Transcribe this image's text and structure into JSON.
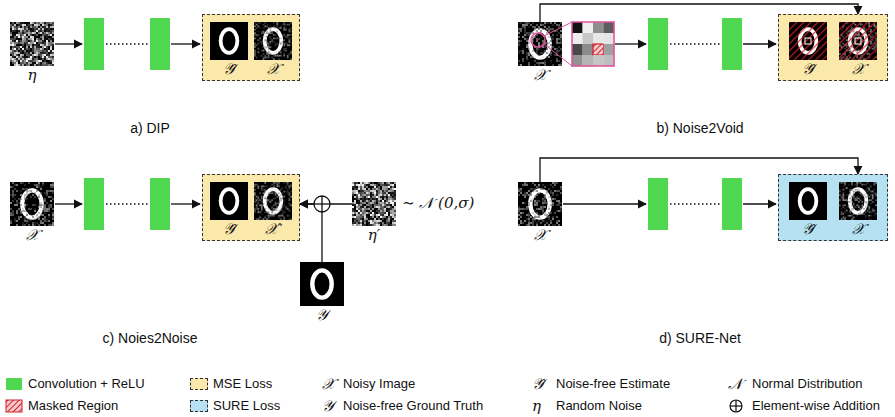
{
  "diagram": {
    "nodes": [
      {
        "text": [
          "η"
        ]
      },
      {
        "text": [
          "𝒴̂",
          "𝒳"
        ]
      },
      {
        "text": [
          "𝒳"
        ]
      },
      {
        "text": [
          "𝒴̂",
          "𝒳"
        ]
      },
      {
        "text": [
          "𝒳"
        ]
      },
      {
        "text": [
          "𝒴̂",
          "𝒳′"
        ]
      },
      {
        "text": [
          "η′"
        ]
      },
      {
        "text": [
          "𝒴"
        ]
      },
      {
        "text": [
          "𝒳"
        ]
      },
      {
        "text": [
          "𝒴̂",
          "𝒳"
        ]
      }
    ],
    "edges": [
      {
        "from": 2,
        "to": 3,
        "arrow": "to"
      },
      {
        "from": 6,
        "to": 5,
        "arrow": "to"
      },
      {
        "from": 7,
        "to": 5,
        "arrow": "to"
      },
      {
        "from": 8,
        "to": 9,
        "arrow": "to"
      }
    ],
    "labels": [
      "a) DIP",
      "b) Noise2Void",
      "c) Noies2Noise",
      "d) SURE-Net",
      "∼ 𝒩 (0,σ)",
      "𝒳",
      "𝒴̂",
      "𝒩",
      "𝒴",
      "η"
    ],
    "legend": [
      {
        "text": "Convolution + ReLU",
        "color": "#50d750"
      },
      {
        "text": "MSE Loss",
        "color": "#fbe9ab"
      },
      {
        "text": "Noisy Image"
      },
      {
        "text": "Noise-free Estimate"
      },
      {
        "text": "Normal Distribution"
      },
      {
        "text": "Masked Region"
      },
      {
        "text": "SURE Loss",
        "color": "#b5e1f3"
      },
      {
        "text": "Noise-free Ground Truth"
      },
      {
        "text": "Random Noise"
      },
      {
        "text": "Element-wise Addition"
      }
    ]
  }
}
